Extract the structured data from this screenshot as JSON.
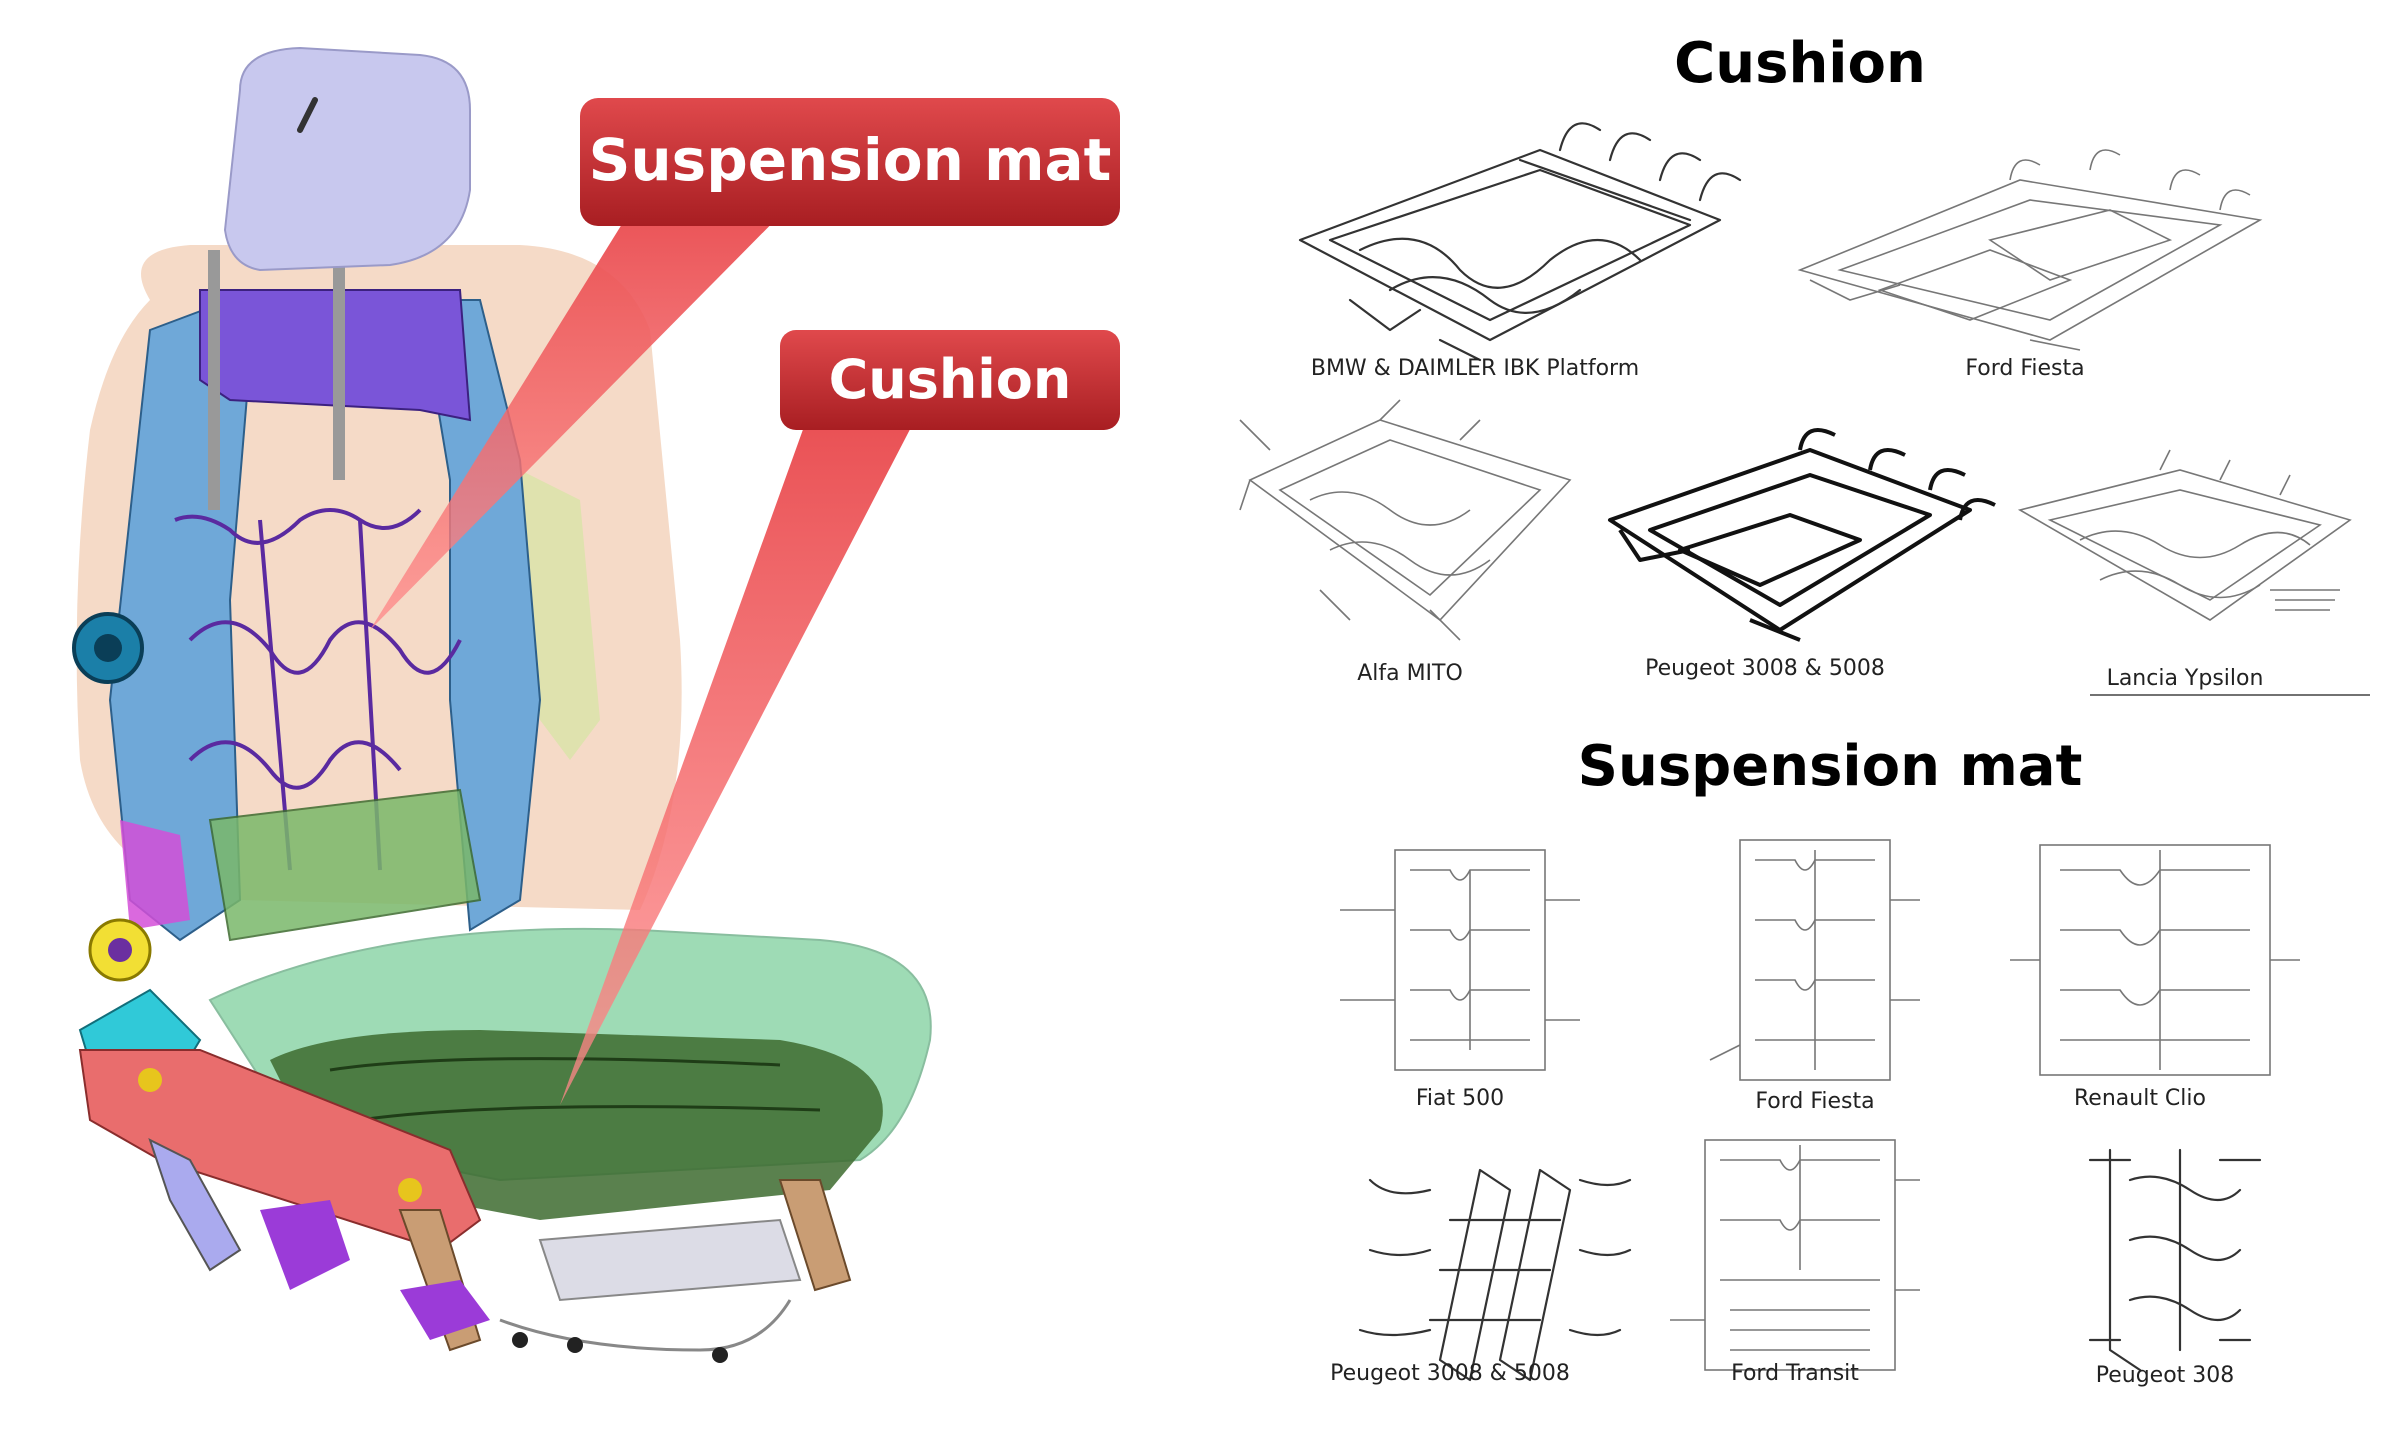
{
  "callouts": {
    "suspension_mat": "Suspension mat",
    "cushion": "Cushion"
  },
  "headings": {
    "cushion": "Cushion",
    "suspension_mat": "Suspension mat"
  },
  "cushion_items": [
    {
      "label": "BMW & DAIMLER IBK  Platform"
    },
    {
      "label": "Ford Fiesta"
    },
    {
      "label": "Alfa MITO"
    },
    {
      "label": "Peugeot 3008 & 5008"
    },
    {
      "label": "Lancia Ypsilon"
    }
  ],
  "suspension_items": [
    {
      "label": "Fiat 500"
    },
    {
      "label": "Ford Fiesta"
    },
    {
      "label": "Renault Clio"
    },
    {
      "label": "Peugeot 3008 & 5008"
    },
    {
      "label": "Ford Transit"
    },
    {
      "label": "Peugeot 308"
    }
  ],
  "colors": {
    "callout_red": "#c0282d",
    "backrest_foam": "#f3d3bd",
    "seat_frame_blue": "#6fa8d8",
    "cushion_green": "#4fbf7a",
    "headrest": "#c8c8ee",
    "frame_red": "#e96d6d",
    "purple": "#7a2fd0"
  }
}
